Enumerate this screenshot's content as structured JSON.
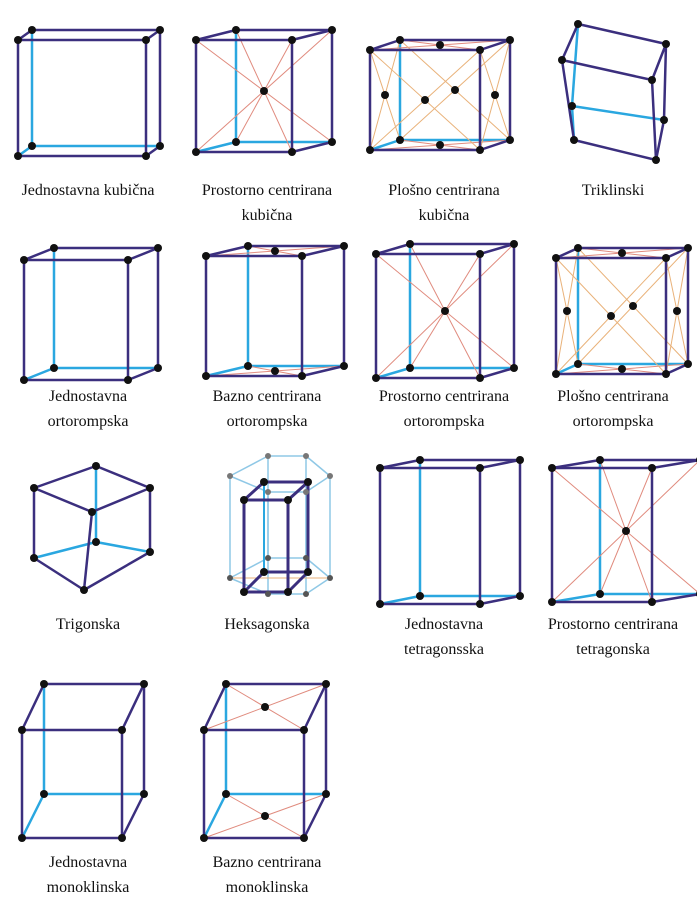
{
  "colors": {
    "front": "#3b2f7e",
    "back": "#2aa7e0",
    "diag": "#e08b7e",
    "diag2": "#e9b27a",
    "atom": "#111111",
    "hexLight": "#8fc8e6",
    "hexMid": "#9a97c8"
  },
  "lattices": [
    {
      "id": "sc",
      "label1": "Jednostavna kubična",
      "label2": ""
    },
    {
      "id": "bcc",
      "label1": "Prostorno centrirana",
      "label2": "kubična"
    },
    {
      "id": "fcc",
      "label1": "Plošno centrirana",
      "label2": "kubična"
    },
    {
      "id": "triclinic",
      "label1": "Triklinski",
      "label2": ""
    },
    {
      "id": "so",
      "label1": "Jednostavna",
      "label2": "ortorompska"
    },
    {
      "id": "baseo",
      "label1": "Bazno centrirana",
      "label2": "ortorompska"
    },
    {
      "id": "bco",
      "label1": "Prostorno centrirana",
      "label2": "ortorompska"
    },
    {
      "id": "fco",
      "label1": "Plošno centrirana",
      "label2": "ortorompska"
    },
    {
      "id": "trig",
      "label1": "Trigonska",
      "label2": ""
    },
    {
      "id": "hex",
      "label1": "Heksagonska",
      "label2": ""
    },
    {
      "id": "st",
      "label1": "Jednostavna",
      "label2": "tetragonsska"
    },
    {
      "id": "bct",
      "label1": "Prostorno centrirana",
      "label2": "tetragonska"
    },
    {
      "id": "sm",
      "label1": "Jednostavna",
      "label2": "monoklinska"
    },
    {
      "id": "basem",
      "label1": "Bazno centrirana",
      "label2": "monoklinska"
    }
  ]
}
